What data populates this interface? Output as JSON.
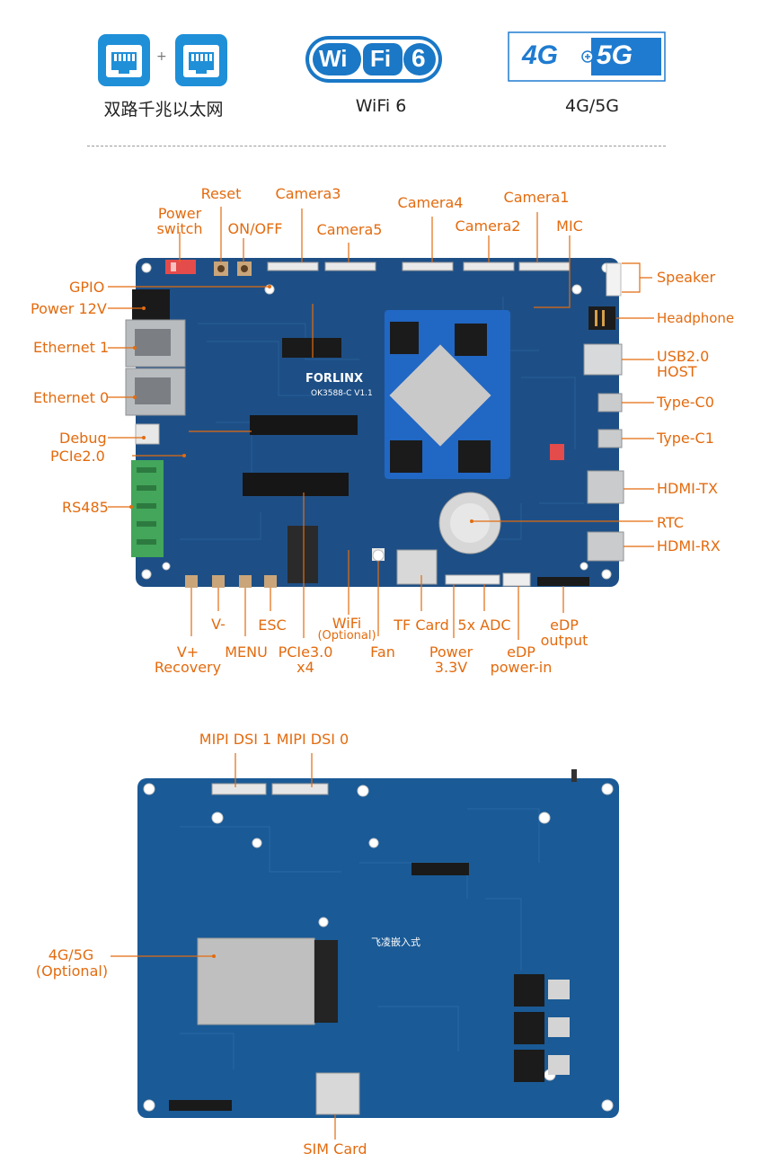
{
  "features": {
    "ethernet": {
      "label": "双路千兆以太网",
      "plus": "+"
    },
    "wifi": {
      "label": "WiFi 6",
      "logo_wi": "Wi",
      "logo_fi": "Fi",
      "logo_6": "6"
    },
    "cellular": {
      "label": "4G/5G",
      "logo_4g": "4G",
      "logo_5g": "5G"
    }
  },
  "colors": {
    "accent": "#e36b0f",
    "icon_blue": "#1f8fd8",
    "board_blue": "#1d4f86",
    "board_blue_dark": "#163f6e"
  },
  "board_top": {
    "silk_brand": "FORLINX",
    "silk_model": "OK3588-C V1.1",
    "labels": {
      "power_switch": "Power\nswitch",
      "reset": "Reset",
      "on_off": "ON/OFF",
      "camera3": "Camera3",
      "camera5": "Camera5",
      "camera4": "Camera4",
      "camera2": "Camera2",
      "camera1": "Camera1",
      "mic": "MIC",
      "speaker": "Speaker",
      "headphone": "Headphone",
      "usb_host": "USB2.0\nHOST",
      "type_c0": "Type-C0",
      "type_c1": "Type-C1",
      "hdmi_tx": "HDMI-TX",
      "rtc": "RTC",
      "hdmi_rx": "HDMI-RX",
      "gpio": "GPIO",
      "power_12v": "Power 12V",
      "ethernet_1": "Ethernet 1",
      "ethernet_0": "Ethernet 0",
      "debug": "Debug",
      "pcie20": "PCIe2.0",
      "rs485": "RS485",
      "v_minus": "V-",
      "esc": "ESC",
      "wifi": "WiFi",
      "wifi_opt": "(Optional)",
      "fan": "Fan",
      "tf_card": "TF Card",
      "adc": "5x ADC",
      "edp_output": "eDP\noutput",
      "v_plus": "V+\nRecovery",
      "menu": "MENU",
      "pcie30": "PCIe3.0\nx4",
      "power_33": "Power\n3.3V",
      "edp_power": "eDP\npower-in"
    }
  },
  "board_bottom": {
    "silk_brand": "飞凌嵌入式",
    "labels": {
      "mipi_dsi1": "MIPI DSI 1",
      "mipi_dsi0": "MIPI DSI 0",
      "cellular": "4G/5G",
      "cellular_opt": "(Optional)",
      "sim_card": "SIM Card"
    }
  }
}
